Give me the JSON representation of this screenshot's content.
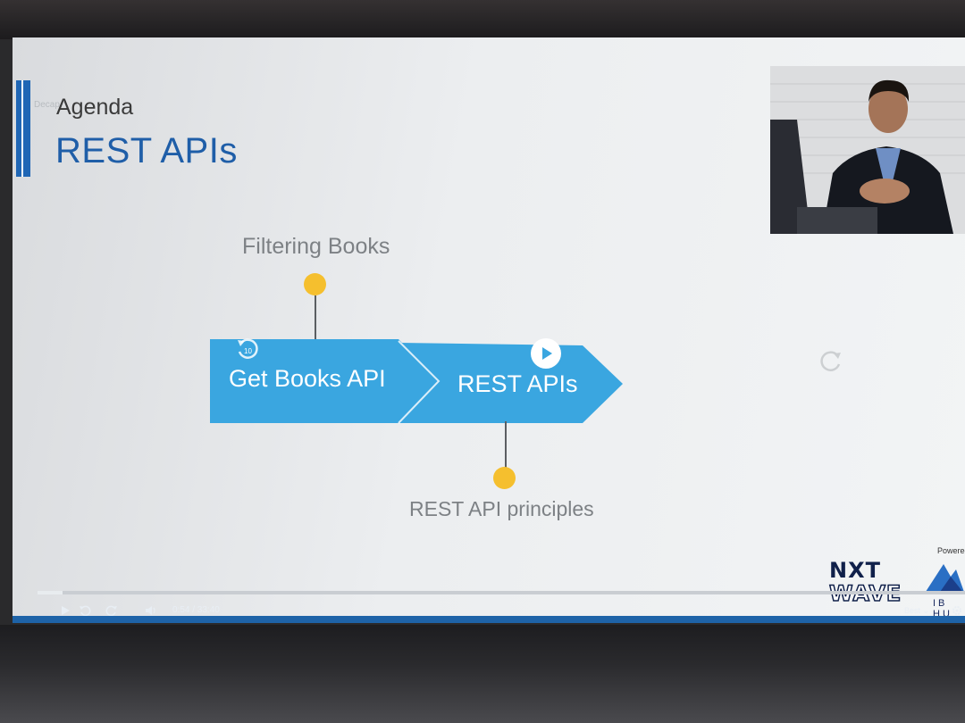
{
  "slide": {
    "section": "Agenda",
    "faint_label": "Decap",
    "title": "REST APIs",
    "steps": [
      {
        "label": "Get Books API",
        "callout": "Filtering Books"
      },
      {
        "label": "REST APIs",
        "callout": "REST API principles"
      }
    ]
  },
  "branding": {
    "line1": "NXT",
    "line2": "WAVE",
    "powered": "Powered",
    "partner": "IB HU"
  },
  "player": {
    "current_time": "0:54",
    "duration": "33:40",
    "time_display": "0:54 / 33:40",
    "progress": 0.027,
    "quality_label": "Best ⌄",
    "icons": [
      "play-icon",
      "rewind-10-icon",
      "forward-10-icon",
      "volume-icon",
      "settings-icon"
    ]
  },
  "colors": {
    "accent": "#1f5ea8",
    "chevron": "#3aa6e0",
    "dot": "#f5bf2e",
    "player_bar": "#1e63a8"
  }
}
